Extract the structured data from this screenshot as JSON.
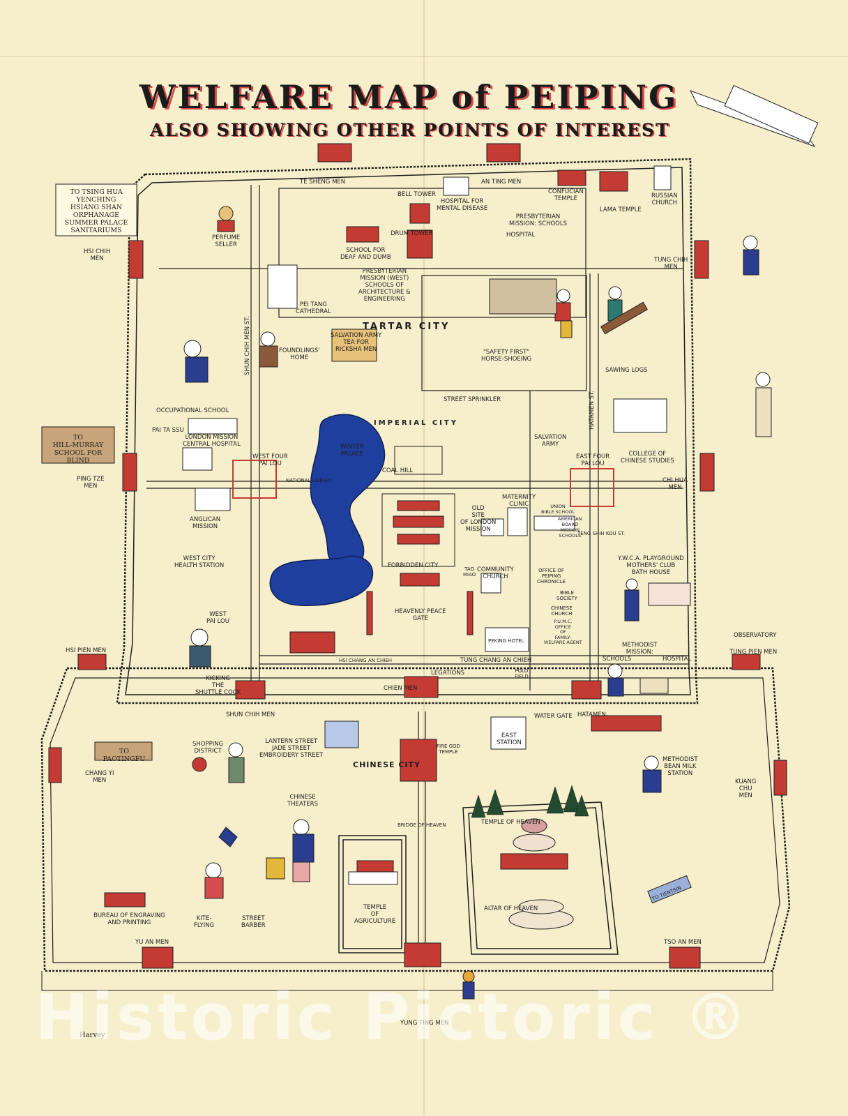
{
  "title": "WELFARE MAP of PEIPING",
  "subtitle": "ALSO SHOWING OTHER POINTS OF INTEREST",
  "watermark": "Historic Pictoric ®",
  "colors": {
    "paper": "#f7eecb",
    "ink": "#1e1e1e",
    "accent_red": "#c43b34",
    "lake_blue": "#1f3f9e",
    "wall": "#efe3b8"
  },
  "labels": {
    "te_sheng_men": "TE SHENG MEN",
    "an_ting_men": "AN TING MEN",
    "confucian_temple": "CONFUCIAN\nTEMPLE",
    "lama_temple": "LAMA TEMPLE",
    "russian_church": "RUSSIAN\nCHURCH",
    "tsing_hua_sign": "TO TSING HUA\nYENCHING\nHSIANG SHAN ORPHANAGE\nSUMMER PALACE\nSANITARIUMS",
    "perfume_seller": "PERFUME\nSELLER",
    "hsi_chih_men": "HSI CHIH\nMEN",
    "bell_tower": "BELL TOWER",
    "drum_tower": "DRUM TOWER",
    "hospital_mental": "HOSPITAL FOR\nMENTAL DISEASE",
    "school_deaf": "SCHOOL FOR\nDEAF AND DUMB",
    "presbyterian_mission": "PRESBYTERIAN\nMISSION: SCHOOLS",
    "hospital": "HOSPITAL",
    "tung_chih_men": "TUNG CHIH\nMEN",
    "pei_tang_cathedral": "PEI TANG\nCATHEDRAL",
    "presbyterian_west": "PRESBYTERIAN\nMISSION (WEST)\nSCHOOLS OF\nARCHITECTURE &\nENGINEERING",
    "tartar_city": "TARTAR   CITY",
    "foundlings_home": "FOUNDLINGS'\nHOME",
    "salvation_army_tea": "SALVATION ARMY\nTEA FOR\nRICKSHA MEN",
    "safety_first": "\"SAFETY  FIRST\"\nHORSE-SHOEING",
    "sawing_logs": "SAWING LOGS",
    "street_sprinkler": "STREET SPRINKLER",
    "occupational_school": "OCCUPATIONAL SCHOOL",
    "shun_chih_men_st": "SHUN CHIH MEN ST.",
    "hatamen_st": "HATAMEN ST.",
    "pai_ta_ssu": "PAI TA SSU",
    "london_mission": "LONDON MISSION\nCENTRAL HOSPITAL",
    "to_hill_murray": "TO\nHILL-MURRAY\nSCHOOL FOR BLIND",
    "ping_tze_men": "PING TZE\nMEN",
    "imperial_city": "IMPERIAL   CITY",
    "winter_palace": "WINTER\nPALACE",
    "national_library": "NATIONAL LIBRARY",
    "coal_hill": "COAL          HILL",
    "west_four_pai_lou": "WEST FOUR\nPAI LOU",
    "east_four_pai_lou": "EAST FOUR\nPAI LOU",
    "salvation_army": "SALVATION\nARMY",
    "college_chinese": "COLLEGE OF\nCHINESE STUDIES",
    "chi_hua_men": "CHI HUA\nMEN",
    "anglican_mission": "ANGLICAN\nMISSION",
    "maternity_clinic": "MATERNITY\nCLINIC",
    "old_site_london": "OLD\nSITE\nOF LONDON\nMISSION",
    "union_bible": "UNION\nBIBLE SCHOOL",
    "american_board": "AMERICAN\nBOARD\nMISSION\nSCHOOLS",
    "teng_shih_kou": "TENG SHIH KOU ST.",
    "ywca": "Y.W.C.A. PLAYGROUND\nMOTHERS' CLUB\nBATH HOUSE",
    "west_city_health": "WEST CITY\nHEALTH STATION",
    "forbidden_city": "FORBIDDEN CITY",
    "community_church": "COMMUNITY\nCHURCH",
    "office_chronicle": "OFFICE OF\nPEIPING\nCHRONICLE",
    "bible_society": "BIBLE\nSOCIETY",
    "chinese_church": "CHINESE\nCHURCH",
    "pumc": "P.U.M.C.\nOFFICE\nOF\nFAMILY-\nWELFARE AGENT",
    "tao_miao": "TAO\nMIAO",
    "heavenly_peace_gate": "HEAVENLY PEACE\nGATE",
    "west_pai_lou": "WEST\nPAI LOU",
    "peking_hotel": "PEKING HOTEL",
    "methodist_mission": "METHODIST\nMISSION:",
    "schools": "SCHOOLS",
    "hospital_2": "HOSPITAL",
    "observatory": "OBSERVATORY",
    "hsi_pien_men": "HSI PIEN MEN",
    "tung_pien_men": "TUNG PIEN MEN",
    "kicking_shuttlecock": "KICKING\nTHE\nSHUTTLE COCK",
    "hsi_chang_an_chieh": "HSI CHANG AN CHIEH",
    "tung_chang_an_chieh": "TUNG CHANG AN CHIEH",
    "legations": "LEGATIONS",
    "polo_field": "POLO\nFIELD",
    "chien_men": "CHIEN        MEN",
    "shun_chih_men": "SHUN CHIH MEN",
    "hatamen": "HATAMEN",
    "water_gate": "WATER GATE",
    "to_pao_ting_fu": "TO PAOTINGFU",
    "chang_yi_men": "CHANG YI\nMEN",
    "shopping_district": "SHOPPING\nDISTRICT",
    "lantern_street": "LANTERN STREET\nJADE STREET\nEMBROIDERY STREET",
    "chinese_city": "CHINESE               CITY",
    "fire_god_temple": "FIRE GOD\nTEMPLE",
    "east_station": "EAST\nSTATION",
    "methodist_bean_milk": "METHODIST\nBEAN MILK\nSTATION",
    "kuang_chu_men": "KUANG\nCHU\nMEN",
    "chinese_theaters": "CHINESE\nTHEATERS",
    "bridge_of_heaven": "BRIDGE OF HEAVEN",
    "temple_of_heaven": "TEMPLE OF      HEAVEN",
    "bureau_engraving": "BUREAU OF ENGRAVING\nAND PRINTING",
    "kite_flying": "KITE-\nFLYING",
    "street_barber": "STREET\nBARBER",
    "temple_agriculture": "TEMPLE\nOF\nAGRICULTURE",
    "altar_of_heaven": "ALTAR OF          HEAVEN",
    "to_tientsin": "TO TIENTSIN",
    "yu_an_men": "YU AN MEN",
    "tso_an_men": "TSO AN MEN",
    "yung_ting_men": "YUNG TING MEN",
    "signature": "Harvey"
  }
}
